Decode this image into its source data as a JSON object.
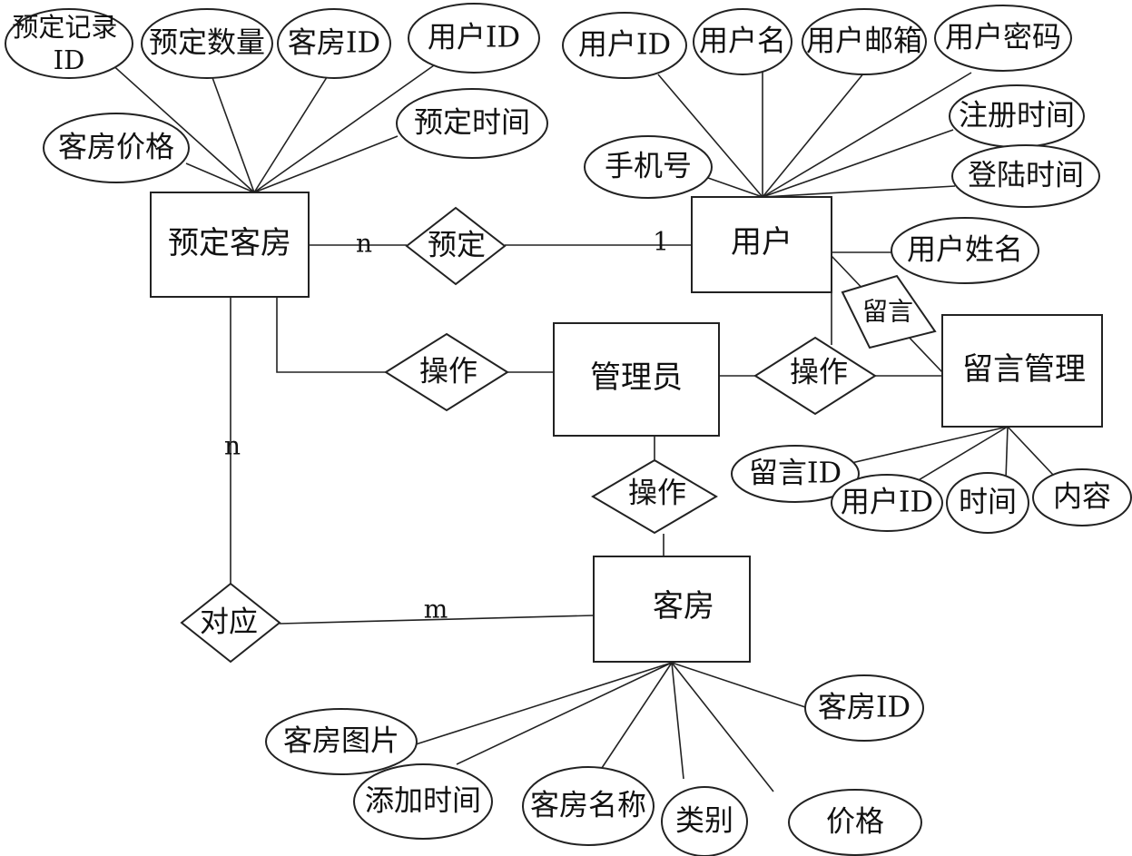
{
  "entities": {
    "booking": "预定客房",
    "user": "用户",
    "admin": "管理员",
    "message_mgmt": "留言管理",
    "room": "客房"
  },
  "relationships": {
    "reserve": "预定",
    "admin_booking": "操作",
    "admin_message": "操作",
    "admin_room": "操作",
    "corresponds": "对应",
    "message": "留言"
  },
  "cardinalities": {
    "booking_reserve": "n",
    "user_reserve": "1",
    "booking_corresponds": "n",
    "room_corresponds": "m"
  },
  "booking_attributes": {
    "record_id": [
      "预定记录",
      "ID"
    ],
    "quantity": "预定数量",
    "room_id": "客房ID",
    "user_id": "用户ID",
    "time": "预定时间",
    "price": "客房价格"
  },
  "user_attributes": {
    "user_id": "用户ID",
    "username": "用户名",
    "email": "用户邮箱",
    "password": "用户密码",
    "register_time": "注册时间",
    "phone": "手机号",
    "login_time": "登陆时间",
    "full_name": "用户姓名"
  },
  "message_attributes": {
    "message_id": "留言ID",
    "user_id": "用户ID",
    "time": "时间",
    "content": "内容"
  },
  "room_attributes": {
    "room_id": "客房ID",
    "image": "客房图片",
    "added_time": "添加时间",
    "name": "客房名称",
    "category": "类别",
    "price": "价格"
  }
}
